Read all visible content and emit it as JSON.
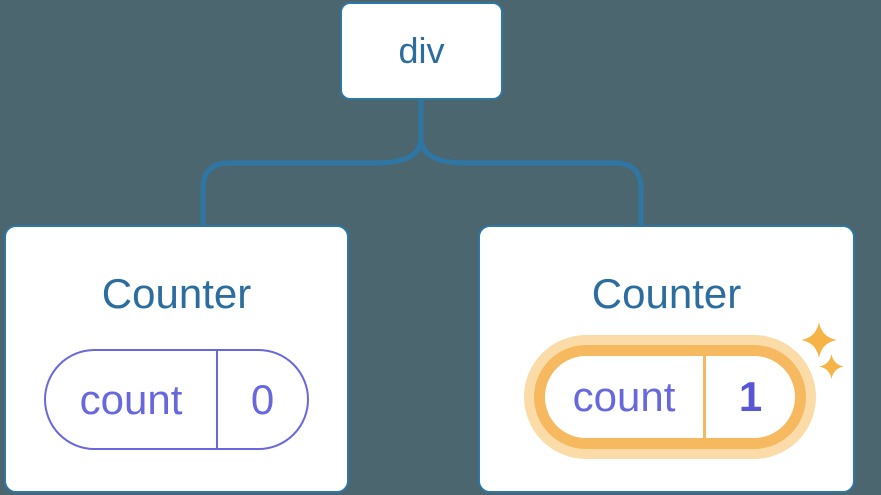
{
  "colors": {
    "background": "#4C6670",
    "node_border_blue": "#2E76A4",
    "connector_blue": "#2E76A4",
    "label_blue": "#2B6D9E",
    "state_purple": "#6868DE",
    "state_value_purple": "#5757D5",
    "highlight_orange": "#F6B95F",
    "highlight_halo": "#FBDCA8",
    "sparkle_orange": "#F5B445",
    "card_white": "#FFFFFF"
  },
  "tree": {
    "root": {
      "label": "div"
    },
    "children": [
      {
        "title": "Counter",
        "state": {
          "key": "count",
          "value": "0",
          "highlighted": false
        }
      },
      {
        "title": "Counter",
        "state": {
          "key": "count",
          "value": "1",
          "highlighted": true
        }
      }
    ]
  }
}
